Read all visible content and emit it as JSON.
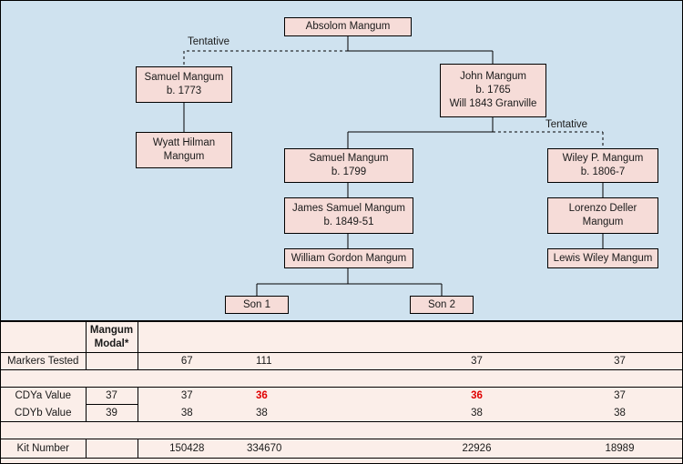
{
  "colors": {
    "canvas": "#cfe2ef",
    "node_fill": "#f6dcd8",
    "table_fill": "#fbeee9",
    "modal_fill": "#d6e6f2",
    "highlight_yellow": "#ffff00",
    "kit_green": "#8fd861",
    "alert_red": "#e00000",
    "line": "#000000"
  },
  "tree": {
    "nodes": {
      "absolom": {
        "lines": [
          "Absolom Mangum"
        ]
      },
      "samuel1773": {
        "lines": [
          "Samuel Mangum",
          "b. 1773"
        ]
      },
      "john1765": {
        "lines": [
          "John Mangum",
          "b. 1765",
          "Will 1843 Granville"
        ]
      },
      "wyatt": {
        "lines": [
          "Wyatt Hilman",
          "Mangum"
        ]
      },
      "samuel1799": {
        "lines": [
          "Samuel Mangum",
          "b. 1799"
        ]
      },
      "james": {
        "lines": [
          "James Samuel Mangum",
          "b. 1849-51"
        ]
      },
      "william": {
        "lines": [
          "William Gordon Mangum"
        ]
      },
      "wiley": {
        "lines": [
          "Wiley P. Mangum",
          "b. 1806-7"
        ]
      },
      "lorenzo": {
        "lines": [
          "Lorenzo Deller",
          "Mangum"
        ]
      },
      "lewis": {
        "lines": [
          "Lewis Wiley Mangum"
        ]
      },
      "son1": {
        "lines": [
          "Son 1"
        ]
      },
      "son2": {
        "lines": [
          "Son 2"
        ]
      }
    },
    "edge_labels": {
      "tentative_left": "Tentative",
      "tentative_right": "Tentative"
    }
  },
  "table": {
    "header": {
      "modal_label_line1": "Mangum",
      "modal_label_line2": "Modal*"
    },
    "rows": [
      {
        "id": "markers-tested",
        "label": "Markers Tested",
        "modal": "",
        "values": [
          "67",
          "111",
          "37",
          "37"
        ],
        "style": "yellow"
      },
      {
        "id": "cdya-value",
        "label": "CDYa Value",
        "modal": "37",
        "values": [
          "37",
          "36",
          "36",
          "37"
        ],
        "emphasis": [
          false,
          true,
          true,
          false
        ],
        "style": "plain"
      },
      {
        "id": "cdyb-value",
        "label": "CDYb Value",
        "modal": "39",
        "values": [
          "38",
          "38",
          "38",
          "38"
        ],
        "emphasis": [
          false,
          false,
          false,
          false
        ],
        "style": "plain"
      },
      {
        "id": "kit-number",
        "label": "Kit Number",
        "modal": "",
        "values": [
          "150428",
          "334670",
          "22926",
          "18989"
        ],
        "style": "green"
      }
    ]
  }
}
